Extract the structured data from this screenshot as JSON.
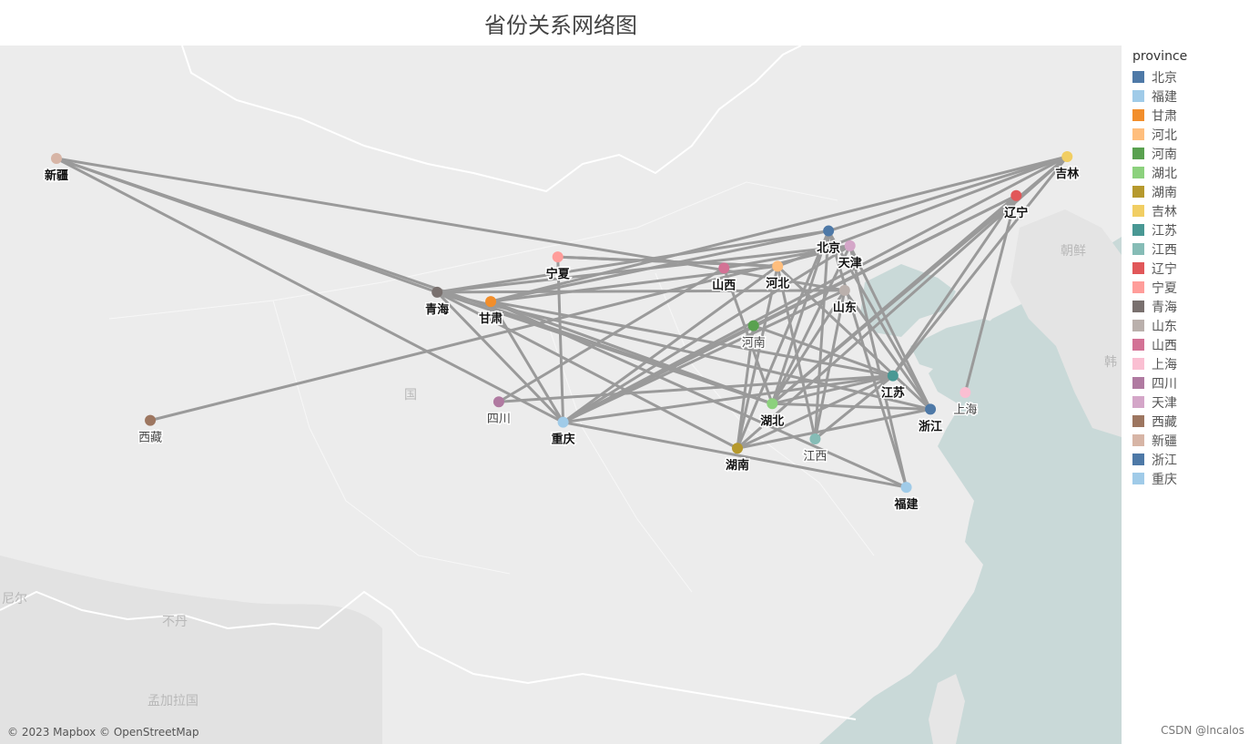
{
  "title": "省份关系网络图",
  "legend": {
    "title": "province",
    "items": [
      {
        "label": "北京",
        "color": "#4e79a7"
      },
      {
        "label": "福建",
        "color": "#a0cbe8"
      },
      {
        "label": "甘肃",
        "color": "#f28e2b"
      },
      {
        "label": "河北",
        "color": "#ffbe7d"
      },
      {
        "label": "河南",
        "color": "#59a14f"
      },
      {
        "label": "湖北",
        "color": "#8cd17d"
      },
      {
        "label": "湖南",
        "color": "#b6992d"
      },
      {
        "label": "吉林",
        "color": "#f1ce63"
      },
      {
        "label": "江苏",
        "color": "#499894"
      },
      {
        "label": "江西",
        "color": "#86bcb6"
      },
      {
        "label": "辽宁",
        "color": "#e15759"
      },
      {
        "label": "宁夏",
        "color": "#ff9d9a"
      },
      {
        "label": "青海",
        "color": "#79706e"
      },
      {
        "label": "山东",
        "color": "#bab0ac"
      },
      {
        "label": "山西",
        "color": "#d37295"
      },
      {
        "label": "上海",
        "color": "#fabfd2"
      },
      {
        "label": "四川",
        "color": "#b07aa1"
      },
      {
        "label": "天津",
        "color": "#d4a6c8"
      },
      {
        "label": "西藏",
        "color": "#9d7660"
      },
      {
        "label": "新疆",
        "color": "#d7b5a6"
      },
      {
        "label": "浙江",
        "color": "#4e79a7"
      },
      {
        "label": "重庆",
        "color": "#a0cbe8"
      }
    ]
  },
  "basemap_labels": [
    "朝鲜",
    "韩",
    "尼尔",
    "不丹",
    "孟加拉国",
    "国"
  ],
  "chart_data": {
    "type": "network",
    "edge_color": "#9a9a9a",
    "nodes": [
      {
        "name": "新疆",
        "lon": 87.6,
        "lat": 43.8,
        "bold": true
      },
      {
        "name": "甘肃",
        "lon": 103.8,
        "lat": 36.1,
        "bold": true
      },
      {
        "name": "青海",
        "lon": 101.8,
        "lat": 36.6,
        "bold": true
      },
      {
        "name": "宁夏",
        "lon": 106.3,
        "lat": 38.5,
        "bold": true
      },
      {
        "name": "西藏",
        "lon": 91.1,
        "lat": 29.7,
        "bold": false
      },
      {
        "name": "四川",
        "lon": 104.1,
        "lat": 30.7,
        "bold": false
      },
      {
        "name": "重庆",
        "lon": 106.5,
        "lat": 29.6,
        "bold": true
      },
      {
        "name": "山西",
        "lon": 112.5,
        "lat": 37.9,
        "bold": true
      },
      {
        "name": "河南",
        "lon": 113.6,
        "lat": 34.8,
        "bold": false
      },
      {
        "name": "湖北",
        "lon": 114.3,
        "lat": 30.6,
        "bold": true
      },
      {
        "name": "湖南",
        "lon": 113.0,
        "lat": 28.2,
        "bold": true
      },
      {
        "name": "江西",
        "lon": 115.9,
        "lat": 28.7,
        "bold": false
      },
      {
        "name": "福建",
        "lon": 119.3,
        "lat": 26.1,
        "bold": true
      },
      {
        "name": "浙江",
        "lon": 120.2,
        "lat": 30.3,
        "bold": true
      },
      {
        "name": "江苏",
        "lon": 118.8,
        "lat": 32.1,
        "bold": true
      },
      {
        "name": "上海",
        "lon": 121.5,
        "lat": 31.2,
        "bold": false
      },
      {
        "name": "山东",
        "lon": 117.0,
        "lat": 36.7,
        "bold": true
      },
      {
        "name": "河北",
        "lon": 114.5,
        "lat": 38.0,
        "bold": true
      },
      {
        "name": "北京",
        "lon": 116.4,
        "lat": 39.9,
        "bold": true
      },
      {
        "name": "天津",
        "lon": 117.2,
        "lat": 39.1,
        "bold": true
      },
      {
        "name": "辽宁",
        "lon": 123.4,
        "lat": 41.8,
        "bold": true
      },
      {
        "name": "吉林",
        "lon": 125.3,
        "lat": 43.9,
        "bold": true
      }
    ],
    "edges": [
      [
        "新疆",
        "青海"
      ],
      [
        "新疆",
        "重庆"
      ],
      [
        "新疆",
        "湖北"
      ],
      [
        "新疆",
        "山东"
      ],
      [
        "吉林",
        "甘肃"
      ],
      [
        "吉林",
        "河北"
      ],
      [
        "吉林",
        "湖北"
      ],
      [
        "吉林",
        "湖南"
      ],
      [
        "吉林",
        "重庆"
      ],
      [
        "吉林",
        "江苏"
      ],
      [
        "吉林",
        "北京"
      ],
      [
        "辽宁",
        "重庆"
      ],
      [
        "辽宁",
        "湖北"
      ],
      [
        "辽宁",
        "江苏"
      ],
      [
        "辽宁",
        "上海"
      ],
      [
        "辽宁",
        "河南"
      ],
      [
        "北京",
        "甘肃"
      ],
      [
        "北京",
        "青海"
      ],
      [
        "北京",
        "湖北"
      ],
      [
        "北京",
        "浙江"
      ],
      [
        "北京",
        "湖南"
      ],
      [
        "北京",
        "福建"
      ],
      [
        "北京",
        "江西"
      ],
      [
        "河北",
        "甘肃"
      ],
      [
        "河北",
        "宁夏"
      ],
      [
        "河北",
        "重庆"
      ],
      [
        "河北",
        "湖南"
      ],
      [
        "河北",
        "江西"
      ],
      [
        "河北",
        "浙江"
      ],
      [
        "天津",
        "青海"
      ],
      [
        "天津",
        "湖北"
      ],
      [
        "天津",
        "浙江"
      ],
      [
        "天津",
        "福建"
      ],
      [
        "天津",
        "重庆"
      ],
      [
        "甘肃",
        "湖北"
      ],
      [
        "甘肃",
        "重庆"
      ],
      [
        "甘肃",
        "江苏"
      ],
      [
        "甘肃",
        "福建"
      ],
      [
        "青海",
        "山东"
      ],
      [
        "青海",
        "重庆"
      ],
      [
        "青海",
        "湖北"
      ],
      [
        "青海",
        "浙江"
      ],
      [
        "青海",
        "湖南"
      ],
      [
        "宁夏",
        "重庆"
      ],
      [
        "宁夏",
        "河北"
      ],
      [
        "西藏",
        "天津"
      ],
      [
        "四川",
        "山西"
      ],
      [
        "四川",
        "江苏"
      ],
      [
        "山西",
        "湖北"
      ],
      [
        "山西",
        "天津"
      ],
      [
        "山东",
        "湖北"
      ],
      [
        "山东",
        "重庆"
      ],
      [
        "山东",
        "江西"
      ],
      [
        "山东",
        "浙江"
      ],
      [
        "河南",
        "湖南"
      ],
      [
        "河南",
        "江苏"
      ],
      [
        "河南",
        "重庆"
      ],
      [
        "湖北",
        "江苏"
      ],
      [
        "湖北",
        "浙江"
      ],
      [
        "重庆",
        "江苏"
      ],
      [
        "重庆",
        "福建"
      ],
      [
        "湖南",
        "江苏"
      ],
      [
        "湖南",
        "浙江"
      ],
      [
        "江西",
        "江苏"
      ]
    ]
  },
  "attribution": "© 2023 Mapbox © OpenStreetMap",
  "credit": "CSDN @lncalos"
}
